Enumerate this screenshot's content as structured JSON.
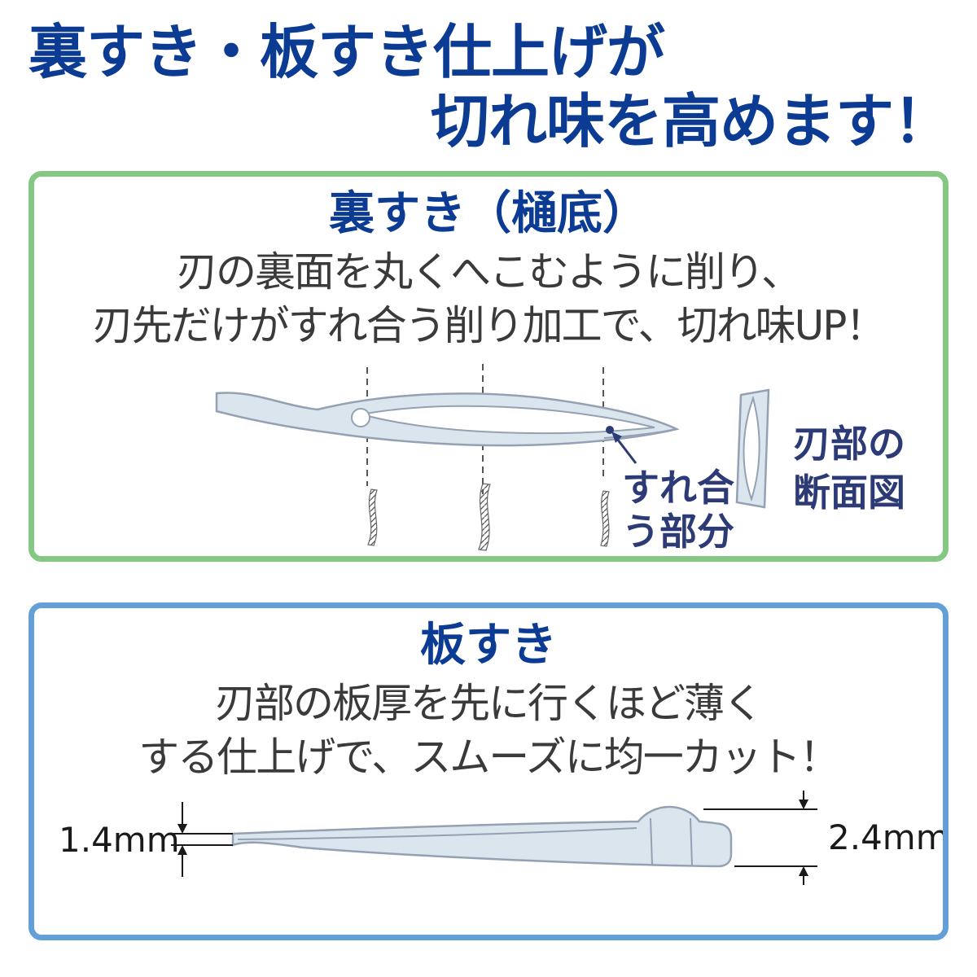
{
  "header": {
    "title_line1": "裏すき・板すき仕上げが",
    "title_line2": "切れ味を高めます！"
  },
  "urasuki": {
    "title": "裏すき（樋底）",
    "desc_line1": "刃の裏面を丸くへこむように削り、",
    "desc_line2": "刃先だけがすれ合う削り加工で、切れ味UP！",
    "contact_label_line1": "すれ合",
    "contact_label_line2": "う部分",
    "section_label_line1": "刃部の",
    "section_label_line2": "断面図"
  },
  "itasuki": {
    "title": "板すき",
    "desc_line1": "刃部の板厚を先に行くほど薄く",
    "desc_line2": "する仕上げで、スムーズに均一カット！",
    "tip_thickness": "1.4mm",
    "base_thickness": "2.4mm"
  },
  "colors": {
    "title-blue": "#0c3b94",
    "annotation-navy": "#2c3a76",
    "text-dark": "#3a3a3a",
    "green-border": "#84c884",
    "blue-border": "#64a0d8",
    "diagram-fill": "#dbe5ee",
    "diagram-stroke": "#93a1b2",
    "measure-dark": "#1a1a1a"
  }
}
